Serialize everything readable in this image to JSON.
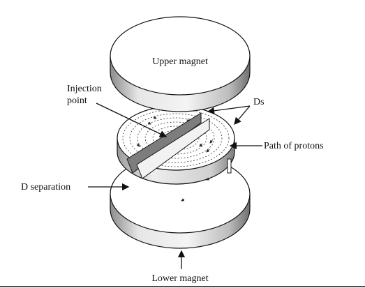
{
  "labels": {
    "upper_magnet": "Upper magnet",
    "injection_line1": "Injection",
    "injection_line2": "point",
    "ds": "Ds",
    "path_of_protons": "Path of protons",
    "d_separation": "D separation",
    "lower_magnet": "Lower magnet"
  },
  "colors": {
    "outline": "#111111",
    "face": "#ffffff",
    "side_shade": "#d9d9d9",
    "side_dark": "#9a9a9a",
    "d_wall": "#8a8a8a",
    "path": "#333333"
  }
}
